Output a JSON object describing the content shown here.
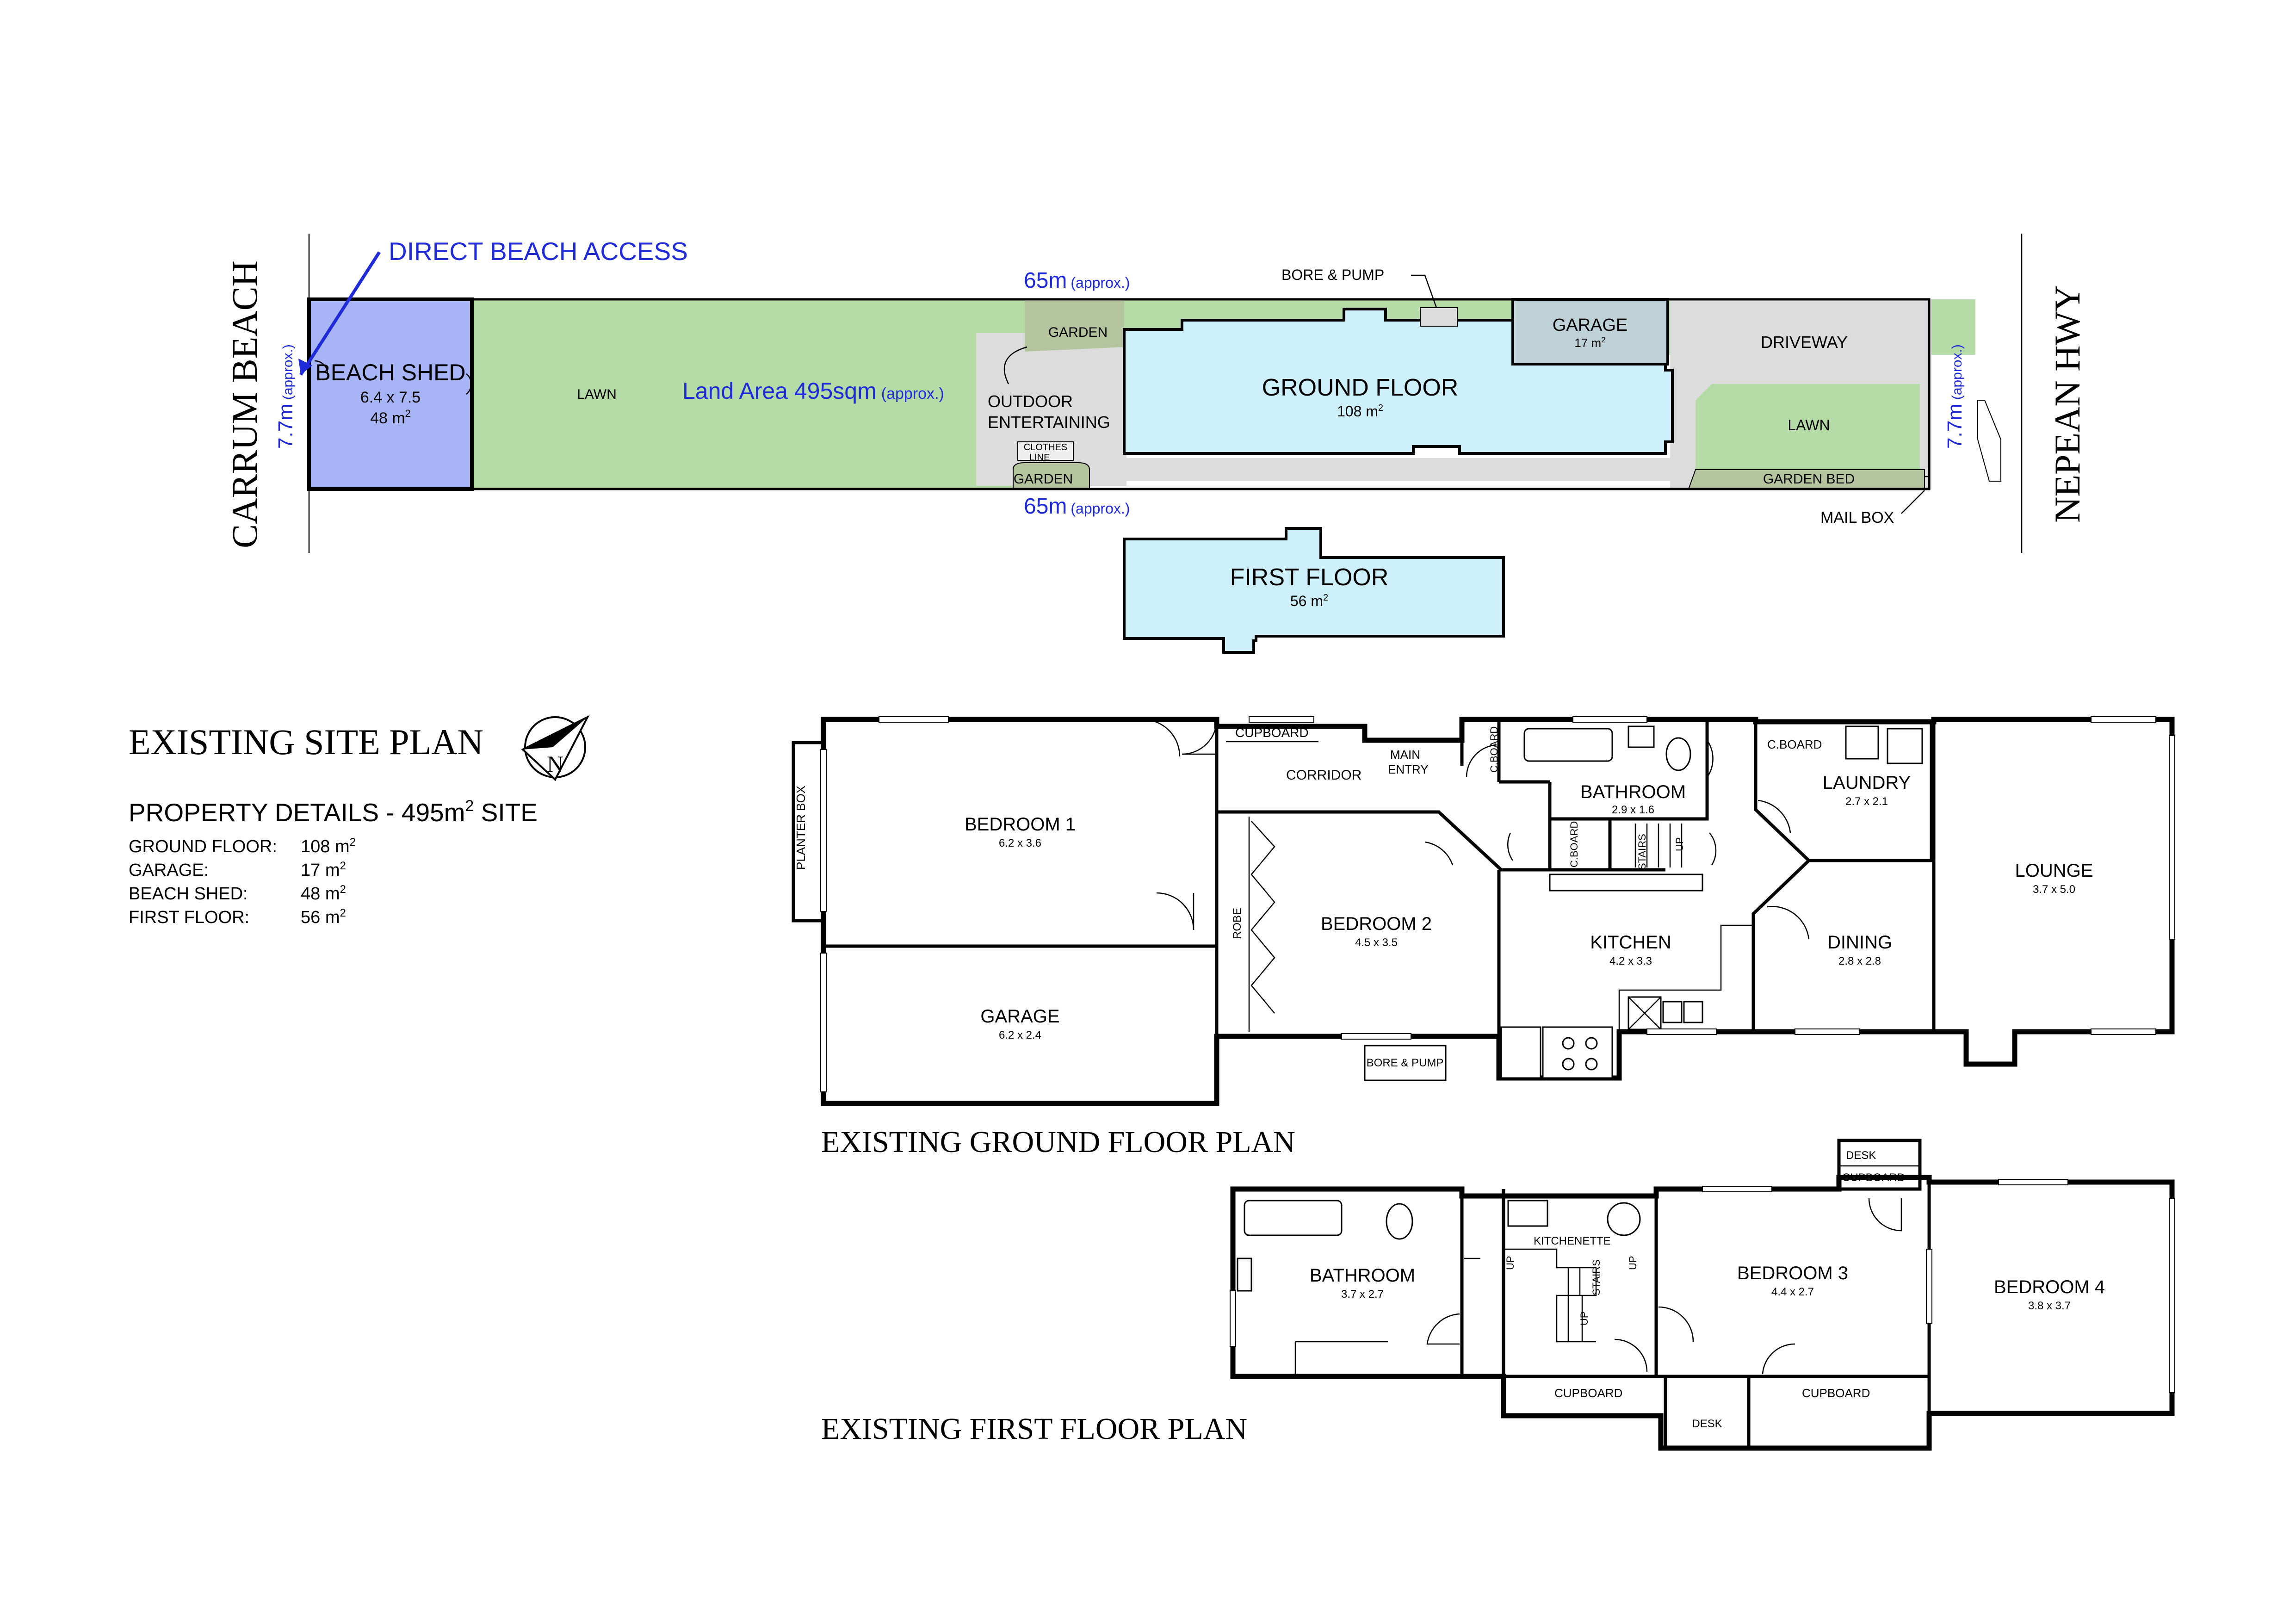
{
  "site_plan": {
    "beach_label": "CARRUM BEACH",
    "highway_label": "NEPEAN HWY",
    "beach_access": "DIRECT BEACH ACCESS",
    "length_top": "65m",
    "length_bottom": "65m",
    "approx": "(approx.)",
    "width_left": "7.7m",
    "width_right": "7.7m",
    "land_area": "Land Area 495sqm",
    "beach_shed": {
      "name": "BEACH SHED",
      "dims": "6.4 x 7.5",
      "area": "48 m",
      "sup": "2"
    },
    "lawn_left": "LAWN",
    "garden_top": "GARDEN",
    "garden_bottom": "GARDEN",
    "outdoor_1": "OUTDOOR",
    "outdoor_2": "ENTERTAINING",
    "clothes_1": "CLOTHES",
    "clothes_2": "LINE",
    "bore_pump": "BORE & PUMP",
    "ground_floor": {
      "name": "GROUND FLOOR",
      "area": "108 m",
      "sup": "2"
    },
    "garage": {
      "name": "GARAGE",
      "area": "17 m",
      "sup": "2"
    },
    "driveway": "DRIVEWAY",
    "lawn_right": "LAWN",
    "garden_bed": "GARDEN BED",
    "mail_box": "MAIL BOX",
    "first_floor": {
      "name": "FIRST FLOOR",
      "area": "56 m",
      "sup": "2"
    },
    "colors": {
      "beach_shed": "#a7b4f5",
      "lawn": "#b5dca7",
      "garden": "#b3c49f",
      "building": "#cdf0fb",
      "garage": "#bfd2d8",
      "paving": "#dcdcdc",
      "text_blue": "#1f2ad9"
    }
  },
  "legend": {
    "title": "EXISTING SITE PLAN",
    "north": "N",
    "north_icon": "north-arrow-icon",
    "property_title": "PROPERTY DETAILS - 495m",
    "property_sup": "2",
    "property_suffix": " SITE",
    "rows": [
      {
        "label": "GROUND FLOOR:",
        "value": "108 m",
        "sup": "2"
      },
      {
        "label": "GARAGE:",
        "value": "17 m",
        "sup": "2"
      },
      {
        "label": "BEACH SHED:",
        "value": "48 m",
        "sup": "2"
      },
      {
        "label": "FIRST FLOOR:",
        "value": "56 m",
        "sup": "2"
      }
    ]
  },
  "ground_floor_plan": {
    "title": "EXISTING GROUND FLOOR PLAN",
    "rooms": {
      "bedroom1": {
        "name": "BEDROOM 1",
        "dims": "6.2 x 3.6"
      },
      "garage": {
        "name": "GARAGE",
        "dims": "6.2 x 2.4"
      },
      "bedroom2": {
        "name": "BEDROOM 2",
        "dims": "4.5 x 3.5"
      },
      "bathroom": {
        "name": "BATHROOM",
        "dims": "2.9 x 1.6"
      },
      "kitchen": {
        "name": "KITCHEN",
        "dims": "4.2 x 3.3"
      },
      "laundry": {
        "name": "LAUNDRY",
        "dims": "2.7 x 2.1"
      },
      "dining": {
        "name": "DINING",
        "dims": "2.8 x 2.8"
      },
      "lounge": {
        "name": "LOUNGE",
        "dims": "3.7 x 5.0"
      }
    },
    "labels": {
      "planter_box": "PLANTER BOX",
      "cupboard": "CUPBOARD",
      "corridor": "CORRIDOR",
      "main": "MAIN",
      "entry": "ENTRY",
      "cboard_1": "C.BOARD",
      "cboard_2": "C.BOARD",
      "cboard_3": "C.BOARD",
      "stairs": "STAIRS",
      "up": "UP",
      "robe": "ROBE",
      "bore_pump": "BORE & PUMP"
    }
  },
  "first_floor_plan": {
    "title": "EXISTING FIRST FLOOR PLAN",
    "rooms": {
      "bathroom": {
        "name": "BATHROOM",
        "dims": "3.7 x 2.7"
      },
      "bedroom3": {
        "name": "BEDROOM 3",
        "dims": "4.4 x 2.7"
      },
      "bedroom4": {
        "name": "BEDROOM 4",
        "dims": "3.8 x 3.7"
      }
    },
    "labels": {
      "kitchenette": "KITCHENETTE",
      "stairs": "STAIRS",
      "up_1": "UP",
      "up_2": "UP",
      "up_3": "UP",
      "cupboard_1": "CUPBOARD",
      "cupboard_2": "CUPBOARD",
      "cupboard_top": "CUPBOARD",
      "desk_top": "DESK",
      "desk_bottom": "DESK"
    }
  }
}
